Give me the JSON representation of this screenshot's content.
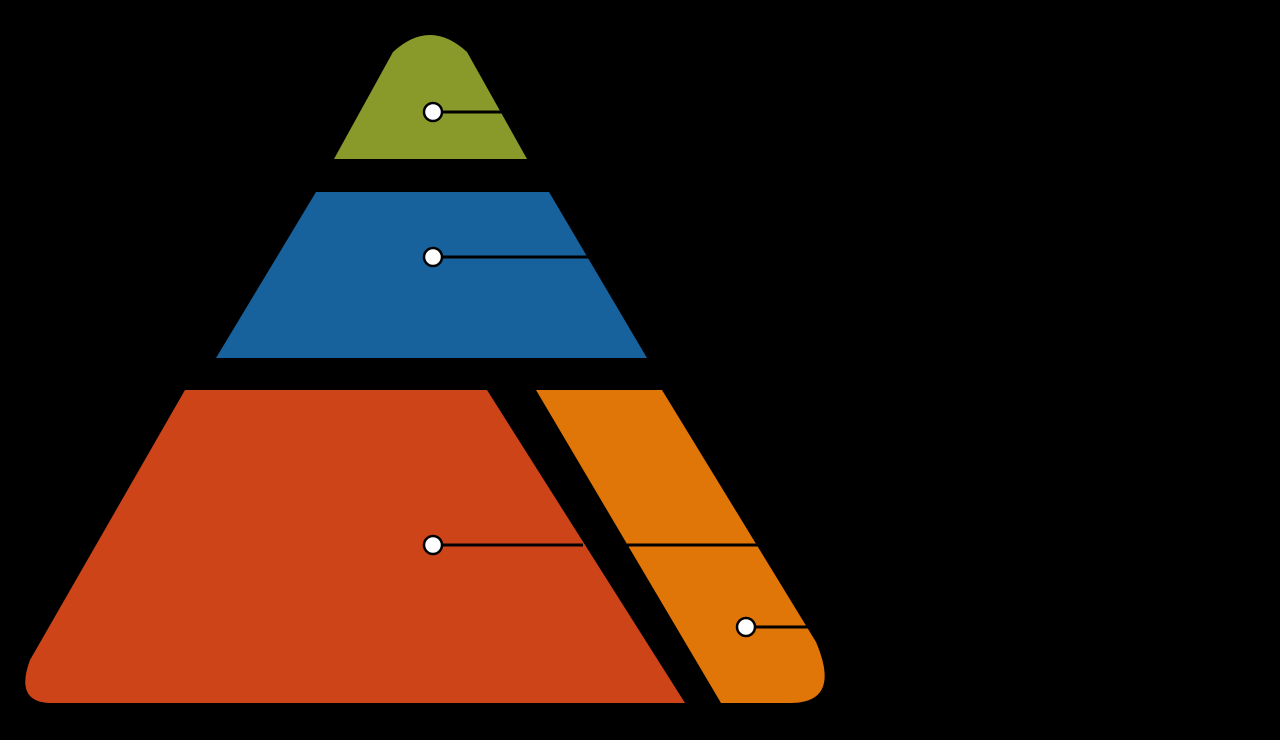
{
  "diagram": {
    "type": "segmented-pyramid",
    "background": "#000000",
    "tiers": [
      {
        "id": "top",
        "color": "#8a9a2a"
      },
      {
        "id": "middle",
        "color": "#17619c"
      },
      {
        "id": "bottom-left",
        "color": "#cc4418"
      },
      {
        "id": "bottom-right",
        "color": "#e07508"
      }
    ],
    "callout_color": "#ffffff",
    "leader_color": "#000000"
  }
}
